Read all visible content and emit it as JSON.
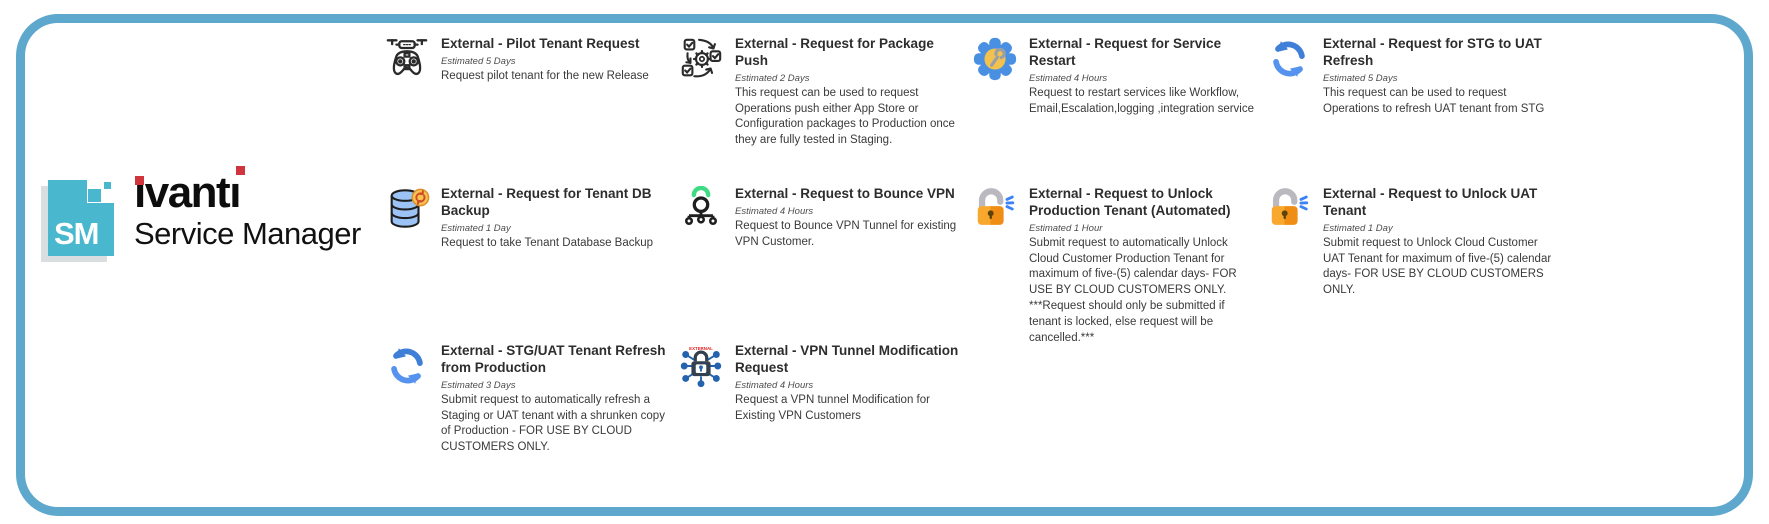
{
  "logo": {
    "badge": "SM",
    "brand": "ivanti",
    "product": "Service Manager",
    "badge_color": "#49b8ce",
    "brand_accent": "#d0343c"
  },
  "frame": {
    "border_color": "#5fa8cd"
  },
  "cards": [
    {
      "title": "External - Pilot Tenant Request",
      "estimate": "Estimated 5 Days",
      "description": "Request pilot tenant for the new Release",
      "icon": "drone-pilot-icon"
    },
    {
      "title": "External - Request for Package Push",
      "estimate": "Estimated 2 Days",
      "description": "This request can be used to request Operations push either App Store or Configuration packages to Production once they are fully tested in Staging.",
      "icon": "package-push-icon"
    },
    {
      "title": "External - Request for Service Restart",
      "estimate": "Estimated 4 Hours",
      "description": "Request to restart services like Workflow, Email,Escalation,logging ,integration service",
      "icon": "service-restart-gear-icon"
    },
    {
      "title": "External - Request for STG to UAT Refresh",
      "estimate": "Estimated 5 Days",
      "description": "This request can be used to request Operations to refresh UAT tenant from STG",
      "icon": "refresh-arrows-icon"
    },
    {
      "title": "External - Request for Tenant DB Backup",
      "estimate": "Estimated 1 Day",
      "description": "Request to take Tenant Database Backup",
      "icon": "database-backup-icon"
    },
    {
      "title": "External - Request to Bounce VPN",
      "estimate": "Estimated 4 Hours",
      "description": "Request to Bounce VPN Tunnel for existing VPN Customer.",
      "icon": "vpn-network-icon"
    },
    {
      "title": "External - Request to Unlock Production Tenant (Automated)",
      "estimate": "Estimated 1 Hour",
      "description": "Submit request to automatically Unlock Cloud Customer Production Tenant for maximum of five-(5) calendar days- FOR USE BY CLOUD CUSTOMERS ONLY. ***Request should only be submitted if tenant is locked, else request will be cancelled.***",
      "icon": "unlock-padlock-icon"
    },
    {
      "title": "External - Request to Unlock UAT Tenant",
      "estimate": "Estimated 1 Day",
      "description": "Submit request to Unlock Cloud Customer UAT Tenant for maximum of five-(5) calendar days- FOR USE BY CLOUD CUSTOMERS ONLY.",
      "icon": "unlock-padlock-icon"
    },
    {
      "title": "External - STG/UAT Tenant Refresh from Production",
      "estimate": "Estimated 3 Days",
      "description": "Submit request to automatically refresh a Staging or UAT tenant with a shrunken copy of Production - FOR USE BY CLOUD CUSTOMERS ONLY.",
      "icon": "refresh-arrows-icon"
    },
    {
      "title": "External - VPN Tunnel Modification Request",
      "estimate": "Estimated 4 Hours",
      "description": "Request a VPN tunnel Modification for Existing VPN Customers",
      "icon": "vpn-tunnel-lock-icon"
    }
  ]
}
